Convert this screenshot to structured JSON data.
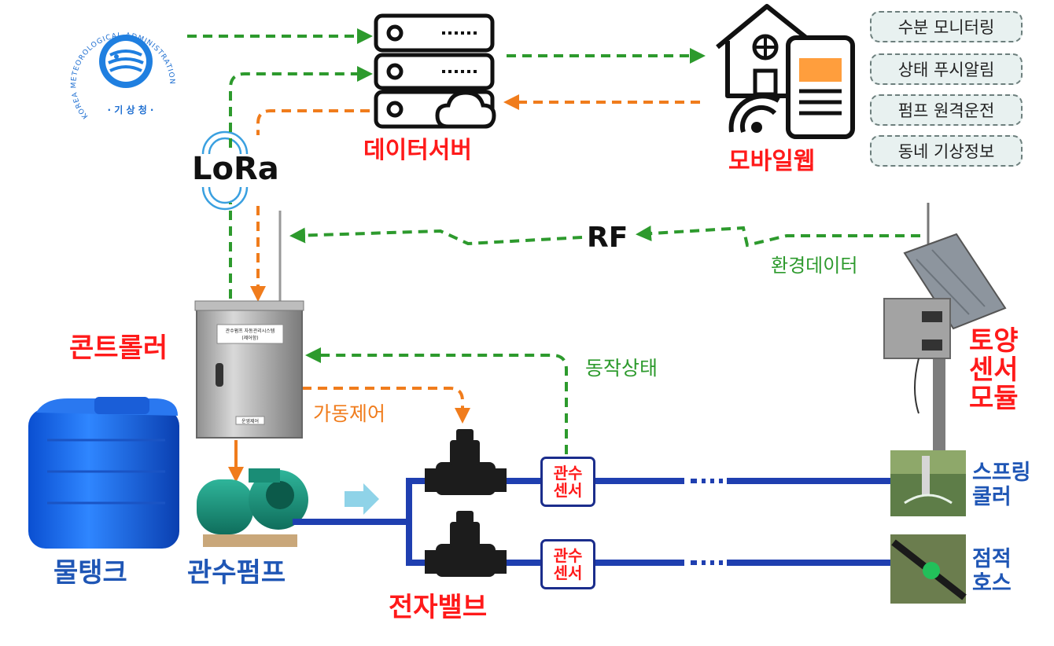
{
  "kma_logo": {
    "ring_text": "KOREA METEOROLOGICAL ADMINISTRATION",
    "name_kr": "· 기 상 청 ·"
  },
  "lora": {
    "label": "LoRa"
  },
  "data_server": {
    "label": "데이터서버"
  },
  "mobile_web": {
    "label": "모바일웹",
    "features": [
      "수분 모니터링",
      "상태 푸시알림",
      "펌프 원격운전",
      "동네 기상정보"
    ]
  },
  "rf": {
    "label": "RF",
    "env_data_label": "환경데이터"
  },
  "controller": {
    "label": "콘트롤러",
    "panel_title": "관수펌프 자동관리시스템",
    "panel_subtitle": "(제어함)",
    "panel_bottom": "운영제어"
  },
  "flows": {
    "operation_status": "동작상태",
    "operation_control": "가동제어"
  },
  "soil_sensor_module": {
    "label_lines": [
      "토양",
      "센서",
      "모듈"
    ]
  },
  "water_tank": {
    "label": "물탱크"
  },
  "irrigation_pump": {
    "label": "관수펌프"
  },
  "solenoid_valve": {
    "label": "전자밸브"
  },
  "irrigation_sensor": {
    "label_lines": [
      "관수",
      "센서"
    ]
  },
  "sprinkler": {
    "label_lines": [
      "스프링",
      "쿨러"
    ]
  },
  "drip_hose": {
    "label_lines": [
      "점적",
      "호스"
    ]
  },
  "colors": {
    "green_flow": "#2d9a2d",
    "orange_flow": "#f07c1c",
    "pipe": "#1f3fb0",
    "title_red": "#ff1a1a",
    "label_blue": "#1f56b5"
  }
}
